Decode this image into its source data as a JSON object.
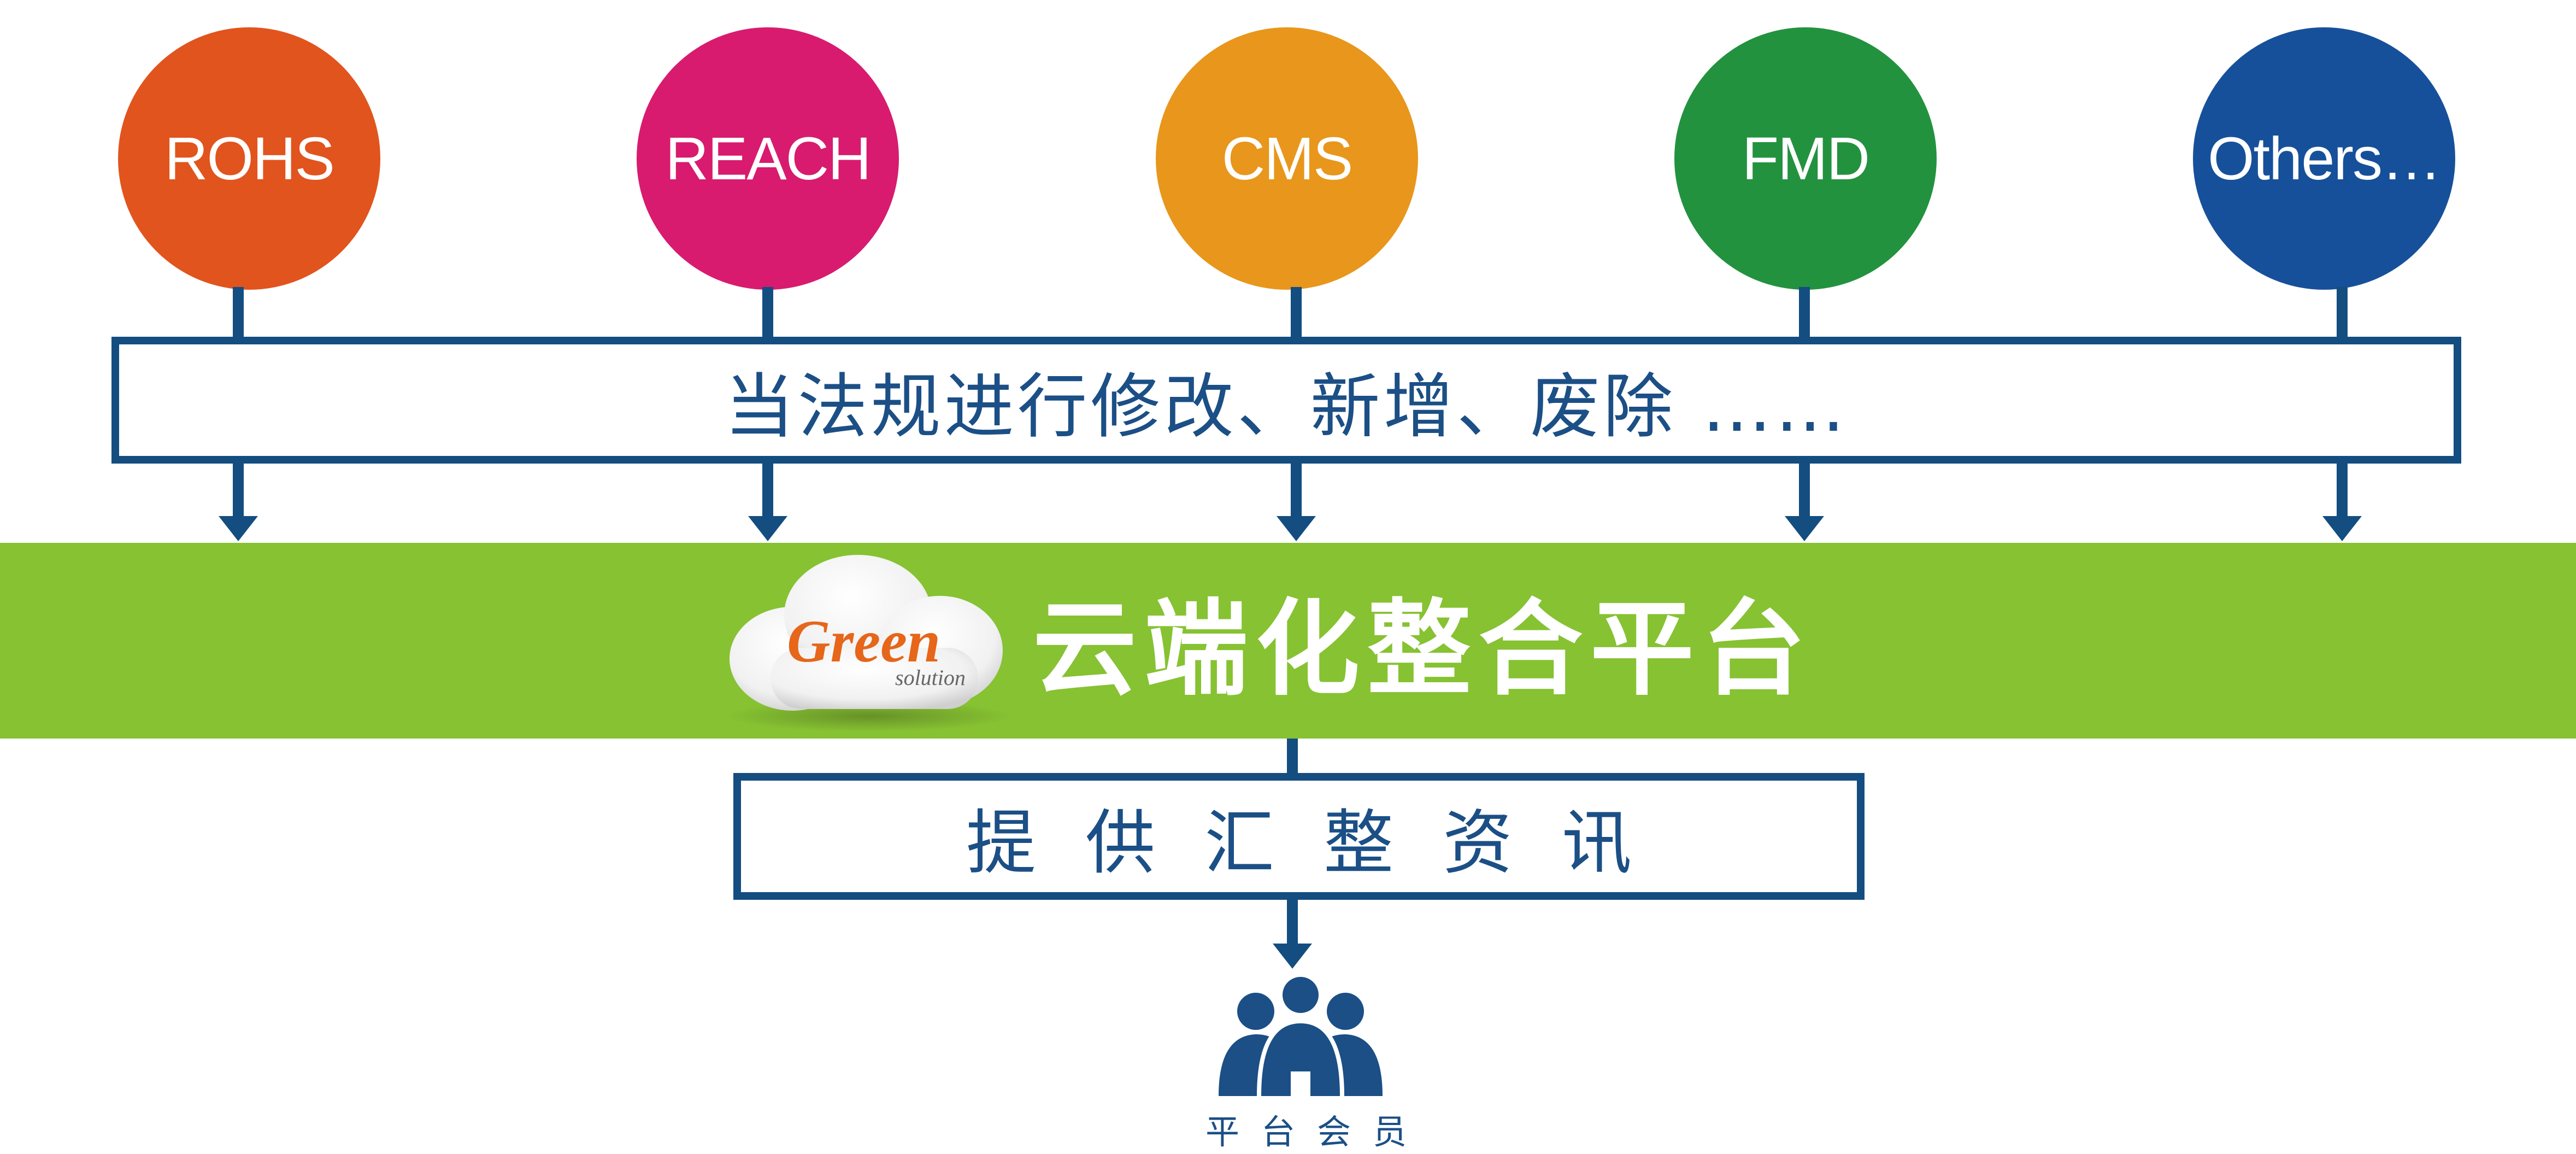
{
  "regulations": [
    {
      "label": "ROHS",
      "color": "#e1541d"
    },
    {
      "label": "REACH",
      "color": "#d81b6e"
    },
    {
      "label": "CMS",
      "color": "#e8961c"
    },
    {
      "label": "FMD",
      "color": "#22923f"
    },
    {
      "label": "Others…",
      "color": "#17509a"
    }
  ],
  "top_box": {
    "text": "当法规进行修改、新增、废除 ……"
  },
  "platform": {
    "logo_main": "Green",
    "logo_sub": "solution",
    "title": "云端化整合平台",
    "band_color": "#86c232"
  },
  "bottom_box": {
    "text": "提供汇整资讯"
  },
  "members": {
    "label": "平台会员",
    "icon": "people-group-icon"
  },
  "colors": {
    "line": "#144d80"
  }
}
